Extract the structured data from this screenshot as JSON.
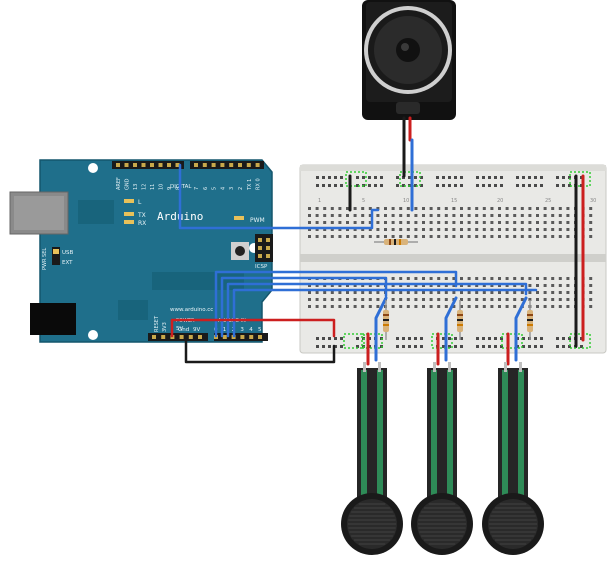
{
  "arduino": {
    "brand": "Arduino",
    "website": "www.arduino.cc",
    "digital_label": "DIGITAL",
    "digital_pins_high": [
      "AREF",
      "GND",
      "13",
      "12",
      "11",
      "10",
      "9",
      "8"
    ],
    "digital_pins_low": [
      "7",
      "6",
      "5",
      "4",
      "3",
      "2",
      "TX 1",
      "RX 0"
    ],
    "pwm_label": "PWM",
    "led_l": "L",
    "led_tx": "TX",
    "led_rx": "RX",
    "icsp_label": "ICSP",
    "pwr_sel_label": "PWR SEL",
    "usb_label": "USB",
    "ext_label": "EXT",
    "reset_label": "RESET",
    "v33_label": "3V3",
    "power_label": "POWER",
    "power_pins": [
      "5V",
      "Gnd",
      "9V"
    ],
    "analog_label": "ANALOG IN",
    "analog_pins": [
      "0",
      "1",
      "2",
      "3",
      "4",
      "5"
    ]
  },
  "breadboard": {
    "column_marks": [
      "1",
      "5",
      "10",
      "15",
      "20",
      "25",
      "30"
    ]
  },
  "components": {
    "speaker": "speaker",
    "sensors": [
      "force-sensor-1",
      "force-sensor-2",
      "force-sensor-3"
    ],
    "resistors": [
      "resistor-speaker",
      "resistor-sensor-1",
      "resistor-sensor-2",
      "resistor-sensor-3"
    ]
  },
  "colors": {
    "board": "#1f6f8b",
    "board_dark": "#14566d",
    "breadboard": "#e9e9e6",
    "wire_red": "#cc1f1f",
    "wire_black": "#1a1a1a",
    "wire_blue": "#2f6fd6",
    "sensor_trace": "#2e8b57"
  }
}
